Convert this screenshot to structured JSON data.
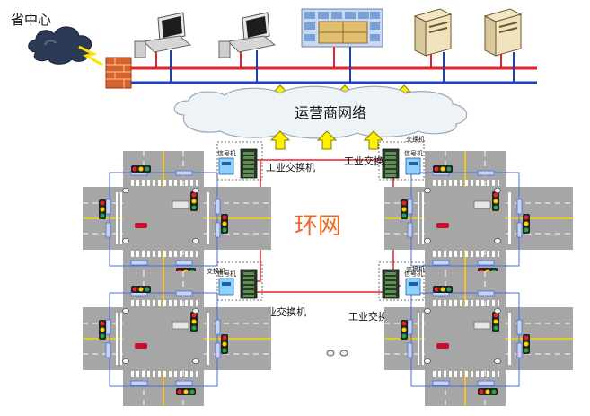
{
  "labels": {
    "province_center": "省中心",
    "carrier_network": "运营商网络",
    "ring_network": "环网",
    "industrial_switch": "工业交换机",
    "switch": "交换机",
    "signal_machine": "信号机"
  },
  "colors": {
    "red_bus": "#e8202a",
    "blue_bus": "#1f3fbf",
    "ring_line": "#e8202a",
    "arrow_fill": "#fff200",
    "cloud_fill": "#eef3f8",
    "ring_text": "#f26522",
    "road": "#a6a6a6",
    "grass": "#ffffff"
  },
  "icons": {
    "storm_cloud": "storm-cloud-icon",
    "firewall": "firewall-icon",
    "workstation": "computer-icon",
    "video_wall": "video-wall-icon",
    "server": "server-icon",
    "switch": "industrial-switch-icon",
    "signal_controller": "signal-controller-icon",
    "traffic_light": "traffic-light-icon",
    "camera": "camera-icon"
  }
}
